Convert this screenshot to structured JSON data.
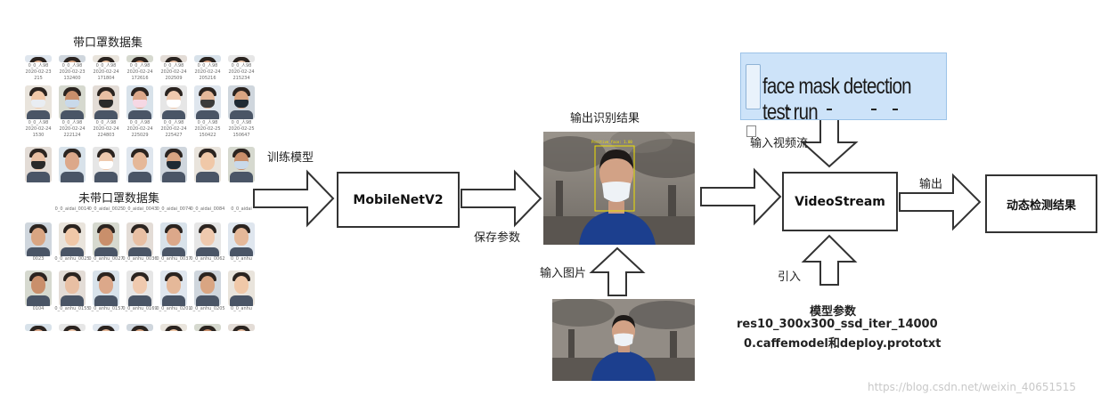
{
  "left_panel": {
    "masked_title": "带口罩数据集",
    "unmasked_title": "未带口罩数据集",
    "masked_row1_captions": [
      [
        "0_0_人98",
        "2020-02-23",
        "215"
      ],
      [
        "0_0_人98",
        "2020-02-23",
        "132400"
      ],
      [
        "0_0_人98",
        "2020-02-24",
        "171804"
      ],
      [
        "0_0_人98",
        "2020-02-24",
        "172616"
      ],
      [
        "0_0_人98",
        "2020-02-24",
        "202509"
      ],
      [
        "0_0_人98",
        "2020-02-24",
        "205216"
      ],
      [
        "0_0_人98",
        "2020-02-24",
        "215234"
      ]
    ],
    "masked_row2_captions": [
      [
        "0_0_人98",
        "2020-02-24",
        "1530"
      ],
      [
        "0_0_人98",
        "2020-02-24",
        "222124"
      ],
      [
        "0_0_人98",
        "2020-02-24",
        "224803"
      ],
      [
        "0_0_人98",
        "2020-02-24",
        "225029"
      ],
      [
        "0_0_人98",
        "2020-02-24",
        "225427"
      ],
      [
        "0_0_人98",
        "2020-02-25",
        "150422"
      ],
      [
        "0_0_人98",
        "2020-02-25",
        "150647"
      ]
    ],
    "unmasked_row1_captions": [
      "0_0_aidai_0014",
      "0_0_aidai_0025",
      "0_0_aidai_0043",
      "0_0_aidai_0074",
      "0_0_aidai_0084",
      "0_0_aidai"
    ],
    "unmasked_row2_captions": [
      "0023",
      "0_0_anhu_0025",
      "0_0_anhu_0027",
      "0_0_anhu_0036",
      "0_0_anhu_0037",
      "0_0_anhu_0062",
      "0_0_anhu"
    ],
    "unmasked_row3_captions": [
      "0104",
      "0_0_anhu_0155",
      "0_0_anhu_0157",
      "0_0_anhu_0169",
      "0_0_anhu_0201",
      "0_0_anhu_0205",
      "0_0_anhu"
    ]
  },
  "labels": {
    "train_model": "训练模型",
    "save_params": "保存参数",
    "output_result": "输出识别结果",
    "input_image": "输入图片",
    "input_video": "输入视频流",
    "output": "输出",
    "import": "引入",
    "model_params_title": "模型参数",
    "model_params_line1": "res10_300x300_ssd_iter_14000",
    "model_params_line2": "0.caffemodel和deploy.prototxt"
  },
  "boxes": {
    "mobilenet": "MobileNetV2",
    "videostream": "VideoStream",
    "dynamic_result": "动态检测结果"
  },
  "screenshot_text": "face mask detection test run",
  "detection_label": "Positive_face: 1.00",
  "watermark": "https://blog.csdn.net/weixin_40651515",
  "colors": {
    "code_strip_bg": "#cde3f9",
    "detection_box": "#f0e000",
    "sweater": "#1c3f8e",
    "mask": "#eef2f6",
    "smog_sky": "#8e8a84"
  }
}
